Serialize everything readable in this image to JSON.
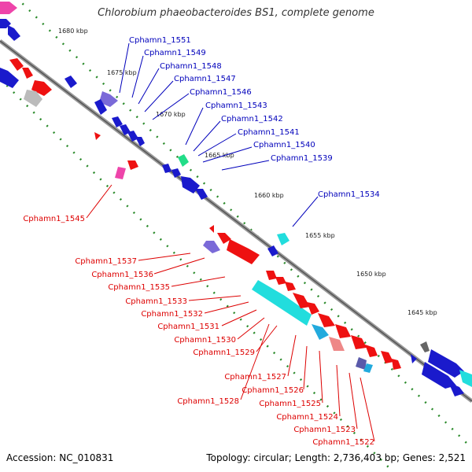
{
  "title": "Chlorobium phaeobacteroides BS1, complete genome",
  "footer": {
    "accession": "Accession: NC_010831",
    "summary": "Topology: circular; Length: 2,736,403 bp; Genes: 2,521"
  },
  "colors": {
    "forward_label": "#0000bb",
    "reverse_label": "#dd0000",
    "backbone": "#888888",
    "tick": "#228822"
  },
  "scale_labels": [
    "1680 kbp",
    "1675 kbp",
    "1670 kbp",
    "1665 kbp",
    "1660 kbp",
    "1655 kbp",
    "1650 kbp",
    "1645 kbp"
  ],
  "forward_labels": [
    "Cphamn1_1551",
    "Cphamn1_1549",
    "Cphamn1_1548",
    "Cphamn1_1547",
    "Cphamn1_1546",
    "Cphamn1_1543",
    "Cphamn1_1542",
    "Cphamn1_1541",
    "Cphamn1_1540",
    "Cphamn1_1539",
    "Cphamn1_1534"
  ],
  "reverse_labels": [
    "Cphamn1_1545",
    "Cphamn1_1537",
    "Cphamn1_1536",
    "Cphamn1_1535",
    "Cphamn1_1533",
    "Cphamn1_1532",
    "Cphamn1_1531",
    "Cphamn1_1530",
    "Cphamn1_1529",
    "Cphamn1_1527",
    "Cphamn1_1526",
    "Cphamn1_1528",
    "Cphamn1_1525",
    "Cphamn1_1524",
    "Cphamn1_1523",
    "Cphamn1_1522"
  ]
}
